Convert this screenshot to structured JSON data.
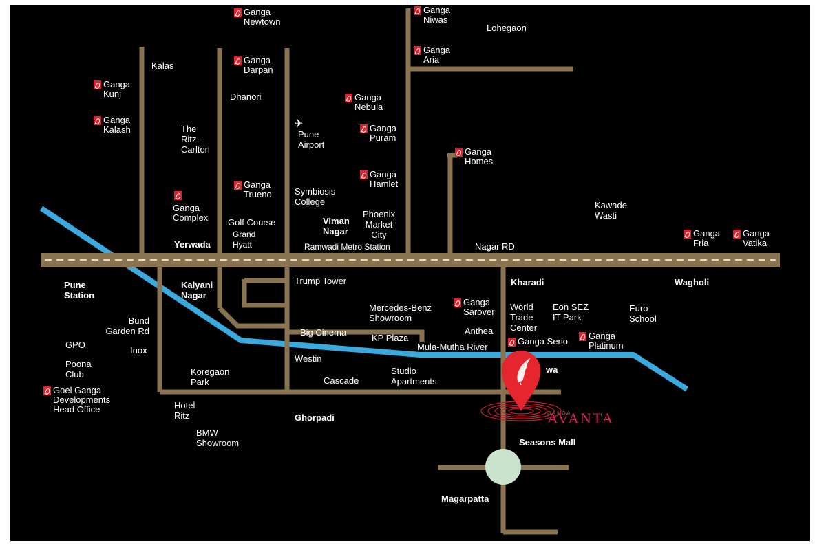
{
  "colors": {
    "background": "#000000",
    "road": "#8a7350",
    "river": "#3aa9de",
    "marker": "#e0202a",
    "pin": "#e5262e",
    "avanta_text": "#d2205b",
    "roundabout": "#c9e3cc"
  },
  "projects": [
    {
      "id": "newtown",
      "name": "Ganga\nNewtown"
    },
    {
      "id": "niwas",
      "name": "Ganga\nNiwas"
    },
    {
      "id": "darpan",
      "name": "Ganga\nDarpan"
    },
    {
      "id": "aria",
      "name": "Ganga\nAria"
    },
    {
      "id": "kunj",
      "name": "Ganga\nKunj"
    },
    {
      "id": "nebula",
      "name": "Ganga\nNebula"
    },
    {
      "id": "kalash",
      "name": "Ganga\nKalash"
    },
    {
      "id": "puram",
      "name": "Ganga\nPuram"
    },
    {
      "id": "homes",
      "name": "Ganga\nHomes"
    },
    {
      "id": "hamlet",
      "name": "Ganga\nHamlet"
    },
    {
      "id": "trueno",
      "name": "Ganga\nTrueno"
    },
    {
      "id": "complex",
      "name": "Ganga\nComplex"
    },
    {
      "id": "fria",
      "name": "Ganga\nFria"
    },
    {
      "id": "vatika",
      "name": "Ganga\nVatika"
    },
    {
      "id": "sarover",
      "name": "Ganga\nSarover"
    },
    {
      "id": "serio",
      "name": "Ganga Serio"
    },
    {
      "id": "platinum",
      "name": "Ganga\nPlatinum"
    },
    {
      "id": "goel",
      "name": "Goel Ganga\nDevelopments\nHead Office"
    }
  ],
  "places": {
    "lohegaon": "Lohegaon",
    "kalas": "Kalas",
    "dhanori": "Dhanori",
    "ritz": "The\nRitz-\nCarlton",
    "airport": "Pune\nAirport",
    "symbiosis": "Symbiosis\nCollege",
    "kawade": "Kawade\nWasti",
    "golf": "Golf Course",
    "viman": "Viman\nNagar",
    "phoenix": "Phoenix\nMarket\nCity",
    "grand_hyatt": "Grand\nHyatt",
    "yerwada": "Yerwada",
    "ramwadi": "Ramwadi Metro Station",
    "nagar_rd": "Nagar RD",
    "pune_station": "Pune\nStation",
    "kalyani": "Kalyani\nNagar",
    "trump": "Trump Tower",
    "kharadi": "Kharadi",
    "wagholi": "Wagholi",
    "mercedes": "Mercedes-Benz\nShowroom",
    "wtc": "World\nTrade\nCenter",
    "eon": "Eon SEZ\nIT Park",
    "euro": "Euro\nSchool",
    "bund": "Bund\nGarden Rd",
    "gpo": "GPO",
    "big_cinema": "Big Cinema",
    "anthea": "Anthea",
    "kp_plaza": "KP Plaza",
    "river": "Mula-Mutha River",
    "inox": "Inox",
    "poona": "Poona\nClub",
    "westin": "Westin",
    "koregaon": "Koregaon\nPark",
    "cascade": "Cascade",
    "studio": "Studio\nApartments",
    "wawa": "wa",
    "hotel_ritz": "Hotel\nRitz",
    "ghorpadi": "Ghorpadi",
    "seasons": "Seasons Mall",
    "bmw": "BMW\nShowroom",
    "magarpatta": "Magarpatta"
  },
  "avanta": {
    "brand": "GANGA",
    "name": "AVANTA"
  },
  "icons": {
    "airport": "airplane-icon",
    "project": "goel-ganga-logo-icon",
    "location": "map-pin-icon"
  }
}
